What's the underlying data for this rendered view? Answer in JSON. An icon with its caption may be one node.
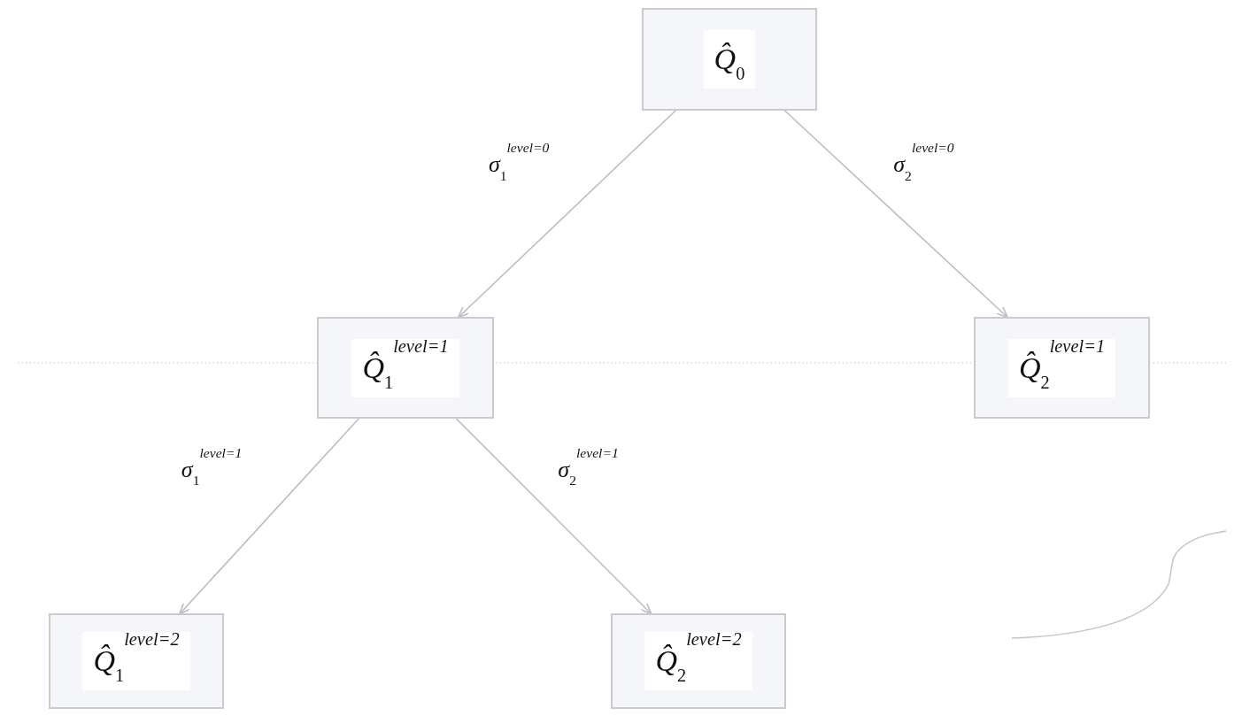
{
  "diagram": {
    "nodes": [
      {
        "text": [
          "Q̂$_{0}$"
        ]
      },
      {
        "text": [
          "Q̂$_{1}$$^{level=1}$"
        ]
      },
      {
        "text": [
          "Q̂$_{2}$$^{level=1}$"
        ]
      },
      {
        "text": [
          "Q̂$_{1}$$^{level=2}$"
        ]
      },
      {
        "text": [
          "Q̂$_{2}$$^{level=2}$"
        ]
      }
    ],
    "edges": [
      {
        "from": 0,
        "to": 1,
        "arrow": "to",
        "label": "σ$_{1}$$^{level=0}$"
      },
      {
        "from": 0,
        "to": 2,
        "arrow": "to",
        "label": "σ$_{2}$$^{level=0}$"
      },
      {
        "from": 1,
        "to": 3,
        "arrow": "to",
        "label": "σ$_{1}$$^{level=1}$"
      },
      {
        "from": 1,
        "to": 4,
        "arrow": "to",
        "label": "σ$_{2}$$^{level=1}$"
      }
    ]
  }
}
